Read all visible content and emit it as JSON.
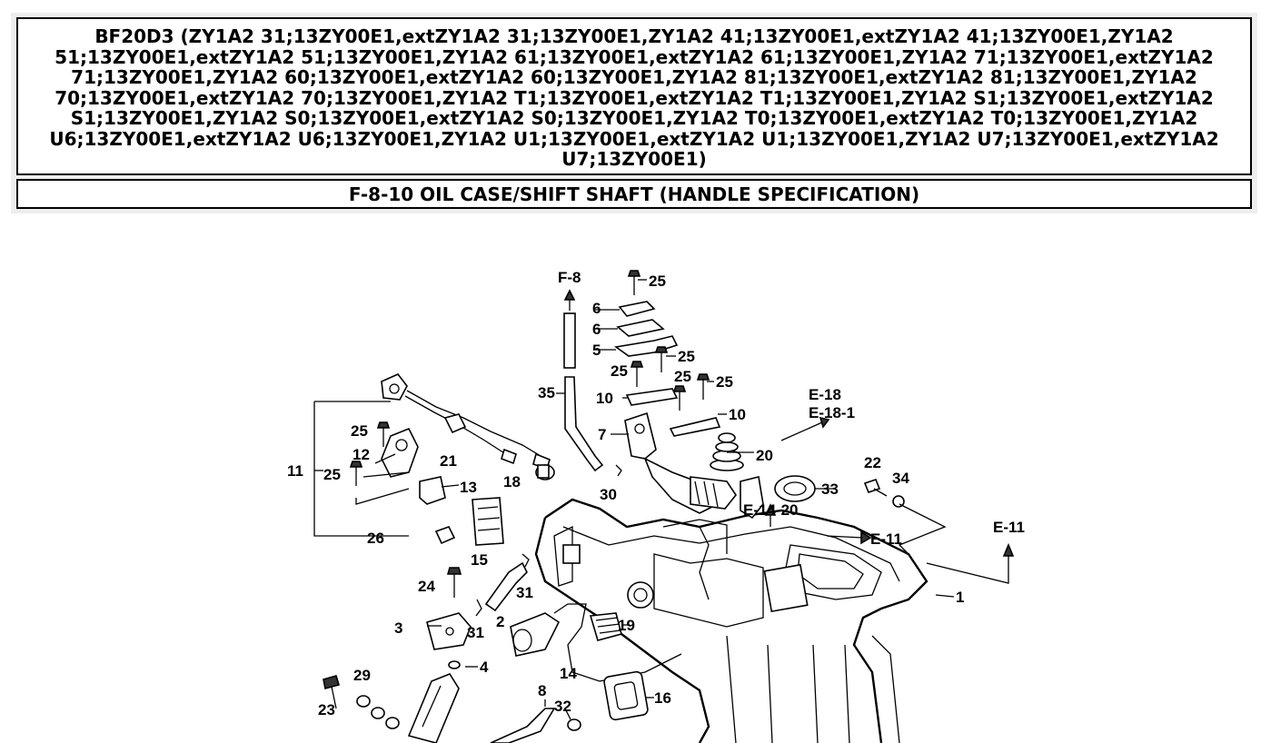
{
  "header": {
    "model_title": "BF20D3 (ZY1A2 31;13ZY00E1,extZY1A2 31;13ZY00E1,ZY1A2 41;13ZY00E1,extZY1A2 41;13ZY00E1,ZY1A2 51;13ZY00E1,extZY1A2 51;13ZY00E1,ZY1A2 61;13ZY00E1,extZY1A2 61;13ZY00E1,ZY1A2 71;13ZY00E1,extZY1A2 71;13ZY00E1,ZY1A2 60;13ZY00E1,extZY1A2 60;13ZY00E1,ZY1A2 81;13ZY00E1,extZY1A2 81;13ZY00E1,ZY1A2 70;13ZY00E1,extZY1A2 70;13ZY00E1,ZY1A2 T1;13ZY00E1,extZY1A2 T1;13ZY00E1,ZY1A2 S1;13ZY00E1,extZY1A2 S1;13ZY00E1,ZY1A2 S0;13ZY00E1,extZY1A2 S0;13ZY00E1,ZY1A2 T0;13ZY00E1,extZY1A2 T0;13ZY00E1,ZY1A2 U6;13ZY00E1,extZY1A2 U6;13ZY00E1,ZY1A2 U1;13ZY00E1,extZY1A2 U1;13ZY00E1,ZY1A2 U7;13ZY00E1,extZY1A2 U7;13ZY00E1)",
    "section_title": "F-8-10 OIL CASE/SHIFT SHAFT (HANDLE SPECIFICATION)"
  },
  "diagram": {
    "refs": {
      "f8": "F-8",
      "e18": "E-18",
      "e181": "E-18-1",
      "e1420": "E-14-20",
      "e11a": "E-11",
      "e11b": "E-11"
    },
    "parts": {
      "p1": "1",
      "p2": "2",
      "p3": "3",
      "p4": "4",
      "p5": "5",
      "p6a": "6",
      "p6b": "6",
      "p7": "7",
      "p8": "8",
      "p10a": "10",
      "p10b": "10",
      "p11": "11",
      "p12": "12",
      "p13": "13",
      "p14": "14",
      "p15": "15",
      "p16": "16",
      "p18": "18",
      "p19": "19",
      "p20": "20",
      "p21": "21",
      "p22": "22",
      "p23": "23",
      "p24": "24",
      "p25a": "25",
      "p25b": "25",
      "p25c": "25",
      "p25d": "25",
      "p25e": "25",
      "p25f": "25",
      "p25g": "25",
      "p26": "26",
      "p29": "29",
      "p30": "30",
      "p31a": "31",
      "p31b": "31",
      "p32": "32",
      "p33": "33",
      "p34": "34",
      "p35": "35"
    }
  }
}
